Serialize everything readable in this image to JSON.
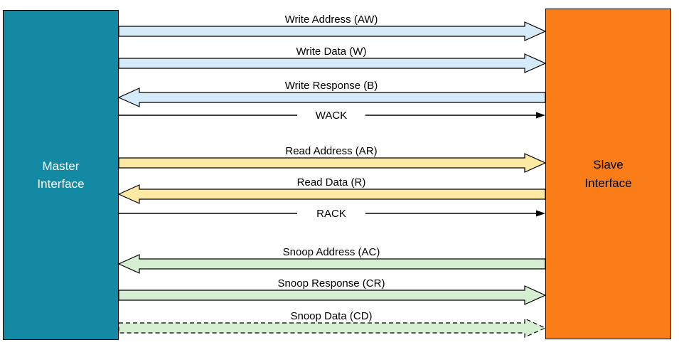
{
  "master": {
    "label": "Master\nInterface",
    "fill": "#1489A3",
    "text_color": "#FFFFFF"
  },
  "slave": {
    "label": "Slave\nInterface",
    "fill": "#FB7D18",
    "text_color": "#000000"
  },
  "colors": {
    "outline": "#000000",
    "background": "#FFFFFF",
    "write_channel_fill": "#D6EBFA",
    "read_channel_fill": "#FCE9A4",
    "snoop_channel_fill": "#D6EFD2"
  },
  "channels": [
    {
      "label": "Write Address (AW)",
      "group": "write",
      "style": "block",
      "direction": "master-to-slave",
      "fill": "#D6EBFA",
      "dashed": false
    },
    {
      "label": "Write Data (W)",
      "group": "write",
      "style": "block",
      "direction": "master-to-slave",
      "fill": "#D6EBFA",
      "dashed": false
    },
    {
      "label": "Write Response (B)",
      "group": "write",
      "style": "block",
      "direction": "slave-to-master",
      "fill": "#D6EBFA",
      "dashed": false
    },
    {
      "label": "WACK",
      "group": "write",
      "style": "line",
      "direction": "master-to-slave",
      "fill": "#000000",
      "dashed": false
    },
    {
      "label": "Read Address (AR)",
      "group": "read",
      "style": "block",
      "direction": "master-to-slave",
      "fill": "#FCE9A4",
      "dashed": false
    },
    {
      "label": "Read Data (R)",
      "group": "read",
      "style": "block",
      "direction": "slave-to-master",
      "fill": "#FCE9A4",
      "dashed": false
    },
    {
      "label": "RACK",
      "group": "read",
      "style": "line",
      "direction": "master-to-slave",
      "fill": "#000000",
      "dashed": false
    },
    {
      "label": "Snoop Address (AC)",
      "group": "snoop",
      "style": "block",
      "direction": "slave-to-master",
      "fill": "#D6EFD2",
      "dashed": false
    },
    {
      "label": "Snoop Response (CR)",
      "group": "snoop",
      "style": "block",
      "direction": "master-to-slave",
      "fill": "#D6EFD2",
      "dashed": false
    },
    {
      "label": "Snoop Data (CD)",
      "group": "snoop",
      "style": "block",
      "direction": "master-to-slave",
      "fill": "#D6EFD2",
      "dashed": true
    }
  ]
}
